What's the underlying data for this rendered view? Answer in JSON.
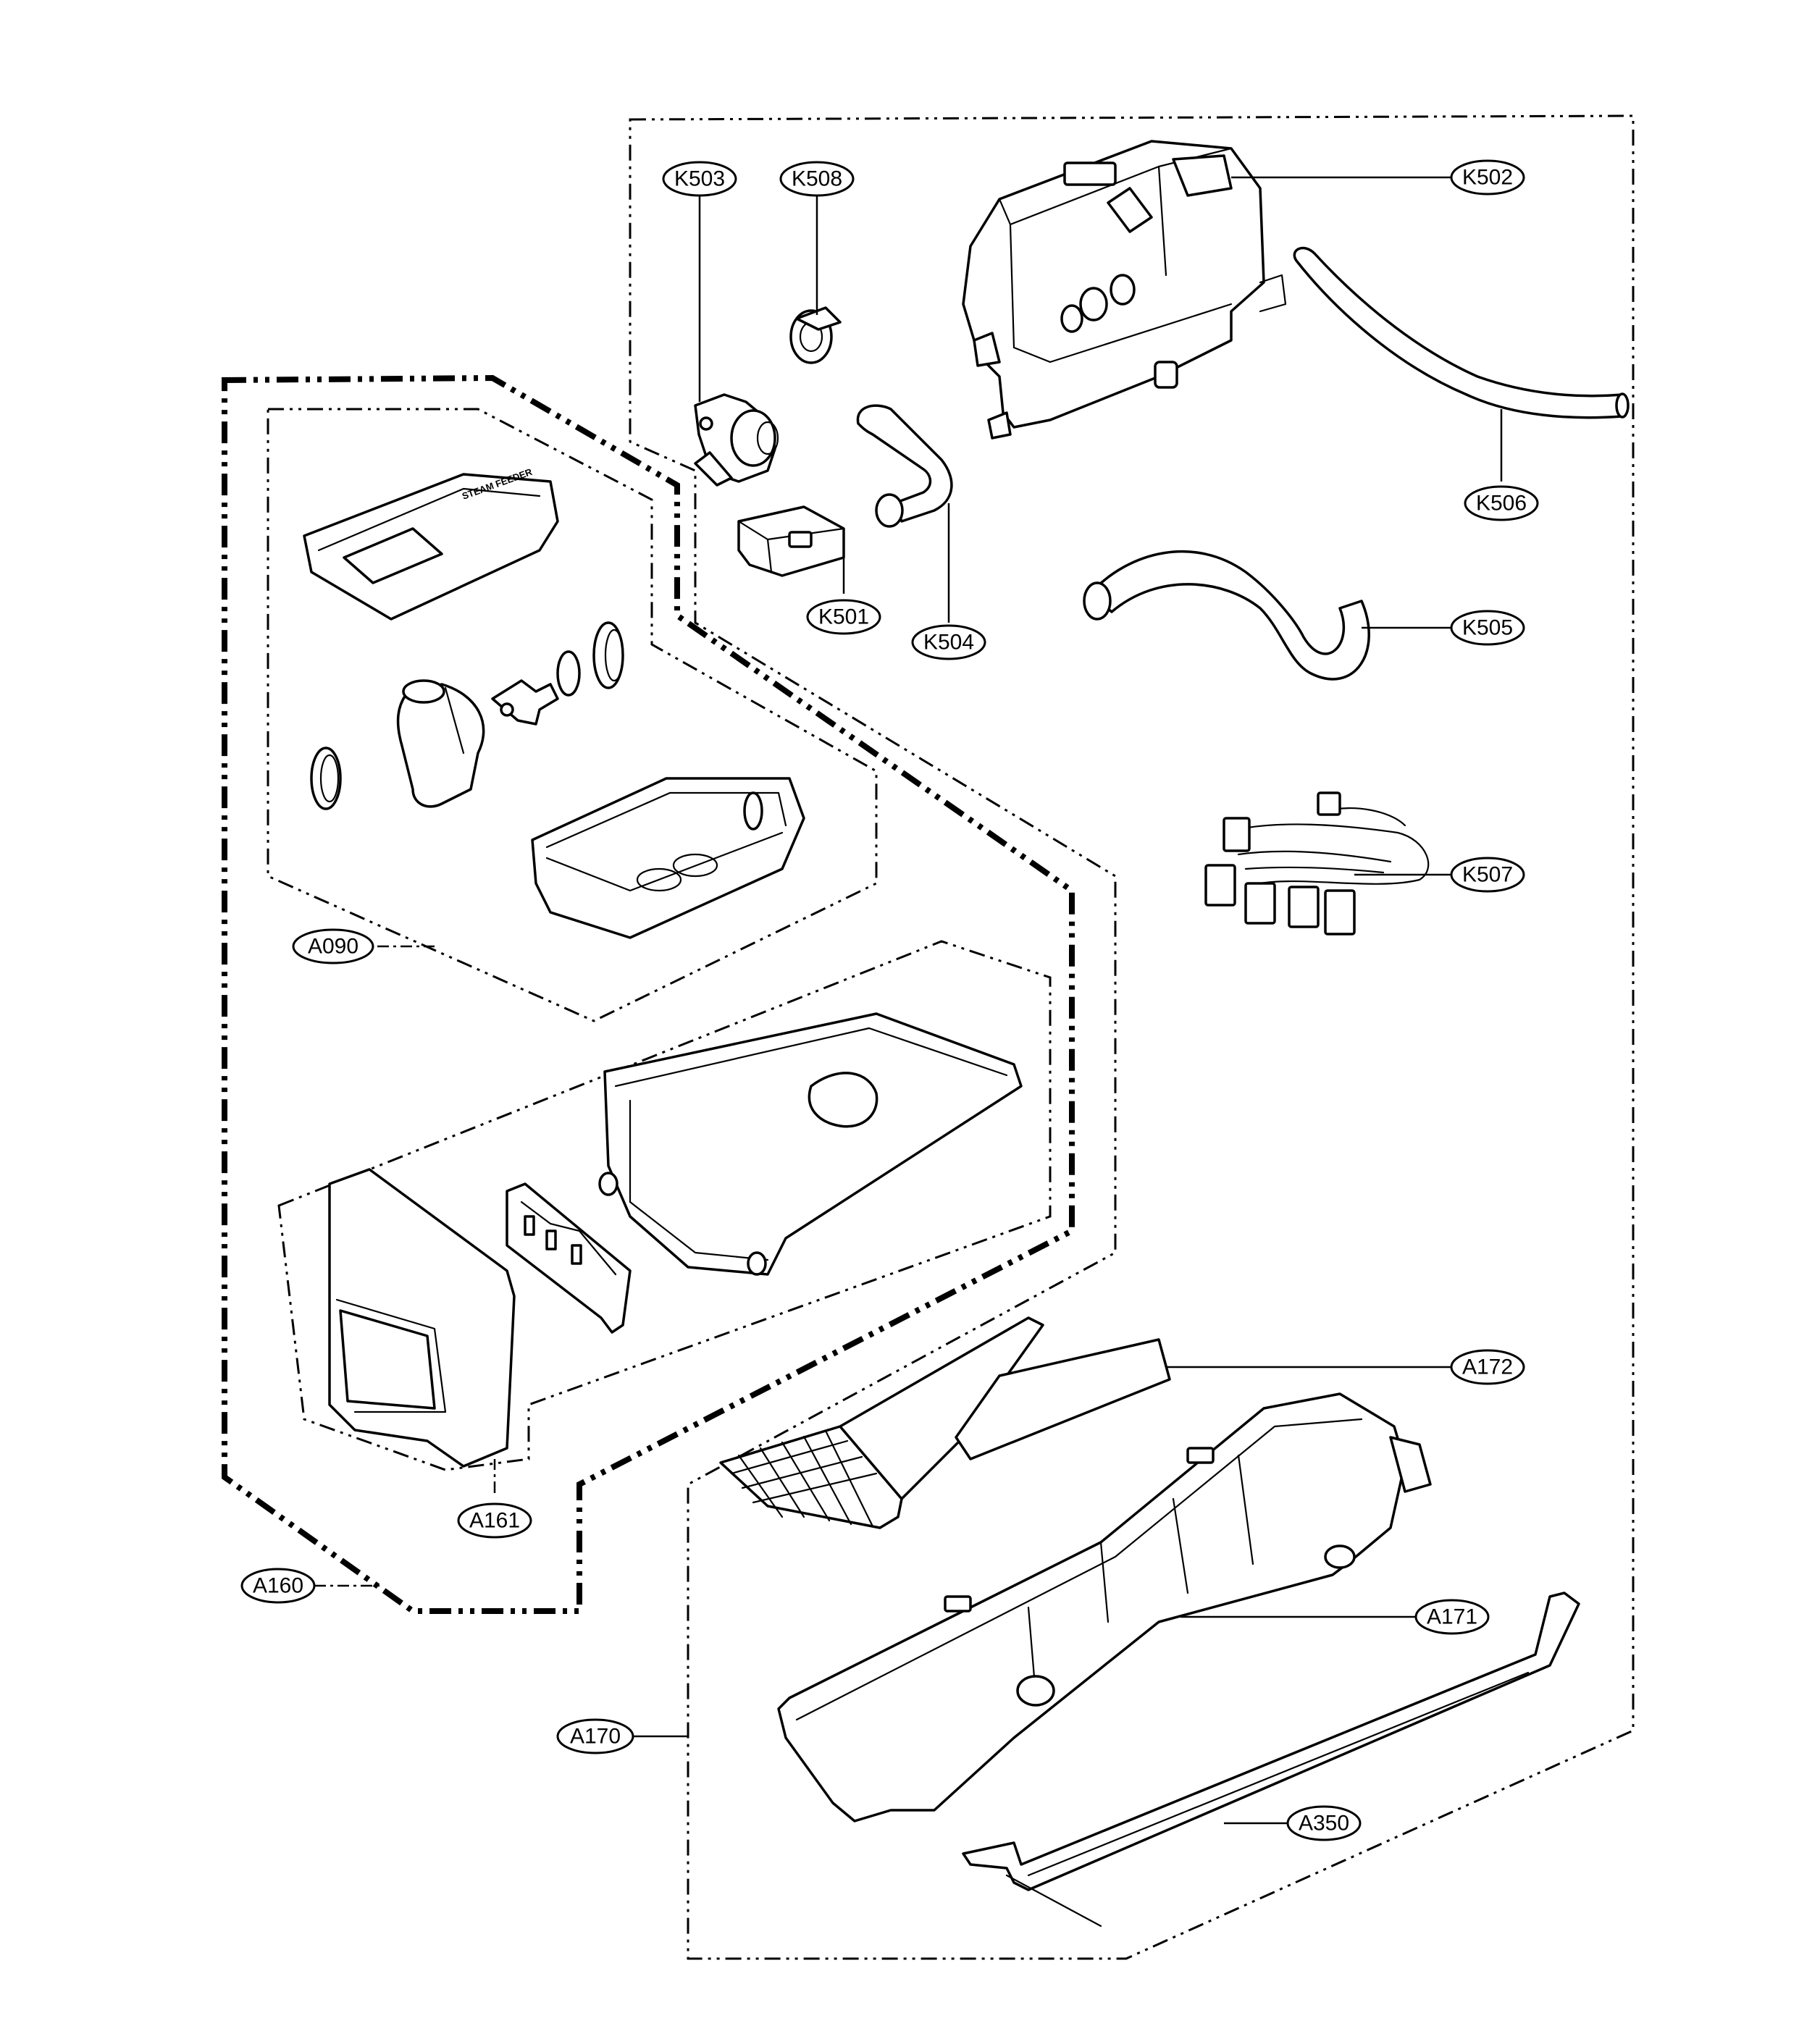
{
  "labels": {
    "K503": "K503",
    "K508": "K508",
    "K502": "K502",
    "K506": "K506",
    "K501": "K501",
    "K504": "K504",
    "K505": "K505",
    "K507": "K507",
    "A090": "A090",
    "A172": "A172",
    "A161": "A161",
    "A160": "A160",
    "A171": "A171",
    "A170": "A170",
    "A350": "A350"
  },
  "part_text": {
    "steam_feeder": "STEAM FEEDER"
  }
}
